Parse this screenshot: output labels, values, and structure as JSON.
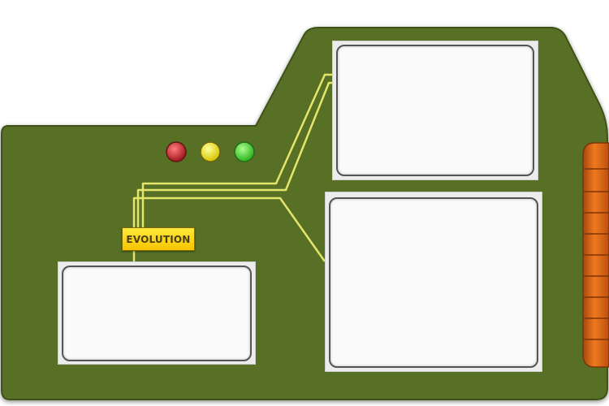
{
  "device": {
    "body_color": "#586f28",
    "body_edge_color": "#3f5219",
    "circuit_color": "#e3e66a",
    "grip_color": "#e06a16",
    "screen_border_color": "#555555"
  },
  "lights": [
    {
      "name": "red-light",
      "color": "#c0242c"
    },
    {
      "name": "yellow-light",
      "color": "#efe63a"
    },
    {
      "name": "green-light",
      "color": "#4fd83a"
    }
  ],
  "evolution_button": {
    "label": "EVOLUTION"
  },
  "screens": {
    "top": {
      "content": ""
    },
    "right": {
      "content": ""
    },
    "left": {
      "content": ""
    }
  }
}
